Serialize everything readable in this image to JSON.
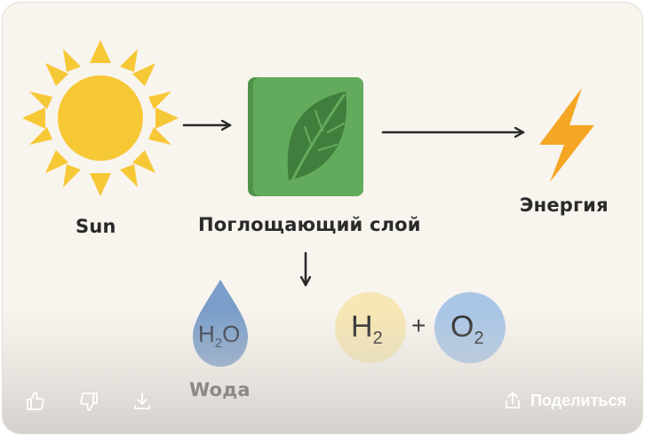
{
  "diagram": {
    "labels": {
      "sun": "Sun",
      "layer": "Поглощающий слой",
      "energy": "Энергия",
      "water": "Woда"
    },
    "water_formula": {
      "main": "H",
      "sub": "2",
      "tail": "O"
    },
    "hydrogen": {
      "main": "H",
      "sub": "2"
    },
    "plus": "+",
    "oxygen": {
      "main": "O",
      "sub": "2"
    }
  },
  "toolbar": {
    "share_label": "Поделиться"
  },
  "icons": [
    "sun-icon",
    "leaf-icon",
    "lightning-icon",
    "water-drop-icon",
    "thumbs-up-icon",
    "thumbs-down-icon",
    "download-icon",
    "share-icon"
  ],
  "colors": {
    "sun": "#f7c836",
    "leaf_block": "#5fa85a",
    "lightning": "#f5a623",
    "water_drop": "#7a9ec9",
    "hydrogen_circle": "#f6e7b4",
    "oxygen_circle": "#a9c6e6"
  }
}
